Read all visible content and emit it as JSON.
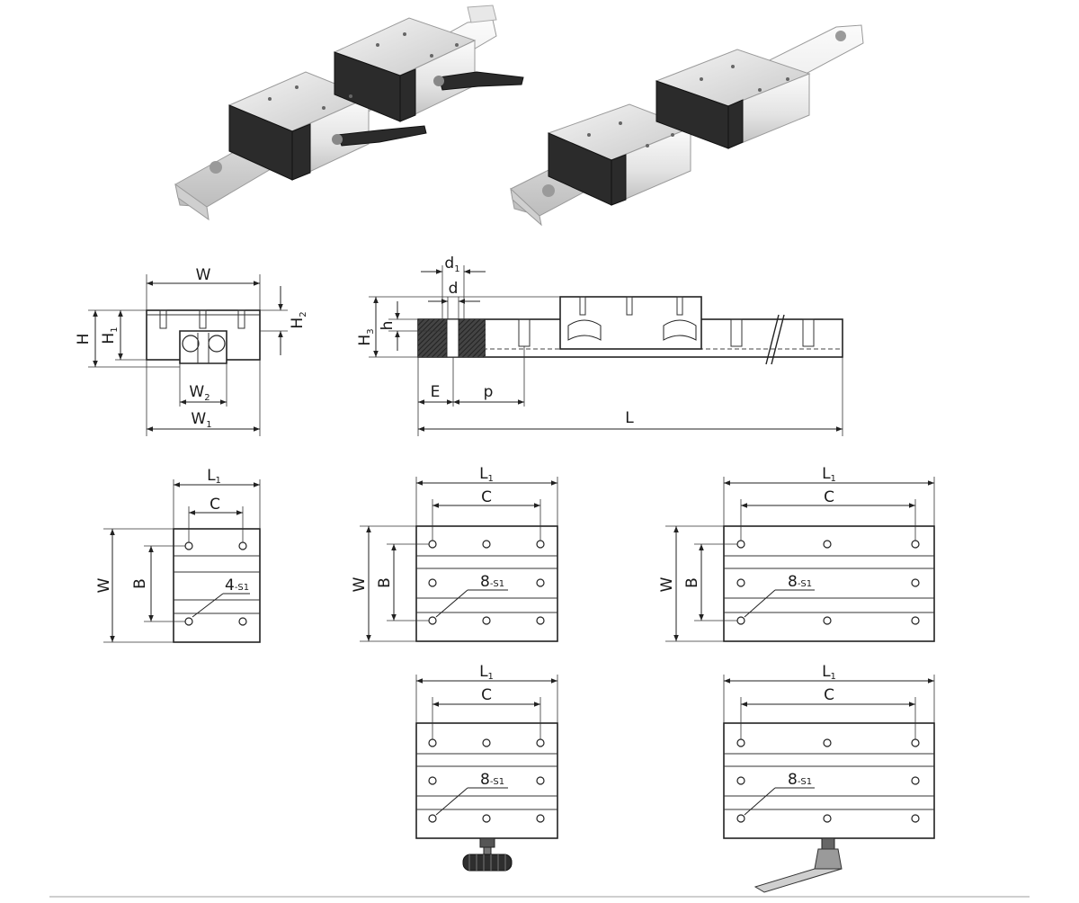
{
  "labels": {
    "W": "W",
    "H": "H",
    "H1": "H",
    "H1_sub": "1",
    "H2": "H",
    "H2_sub": "2",
    "W1": "W",
    "W1_sub": "1",
    "W2": "W",
    "W2_sub": "2",
    "d1": "d",
    "d1_sub": "1",
    "d": "d",
    "h": "h",
    "H3": "H",
    "H3_sub": "3",
    "E": "E",
    "p": "p",
    "L": "L",
    "L1": "L",
    "L1_sub": "1",
    "C": "C",
    "B": "B",
    "holes4": "4",
    "holes8": "8",
    "hole_suffix": "-S1"
  },
  "colors": {
    "line": "#222222",
    "metal_light": "#f2f2f2",
    "metal_dark": "#bdbdbd",
    "end_cap": "#2b2b2b",
    "divider": "#cfcfcf"
  }
}
